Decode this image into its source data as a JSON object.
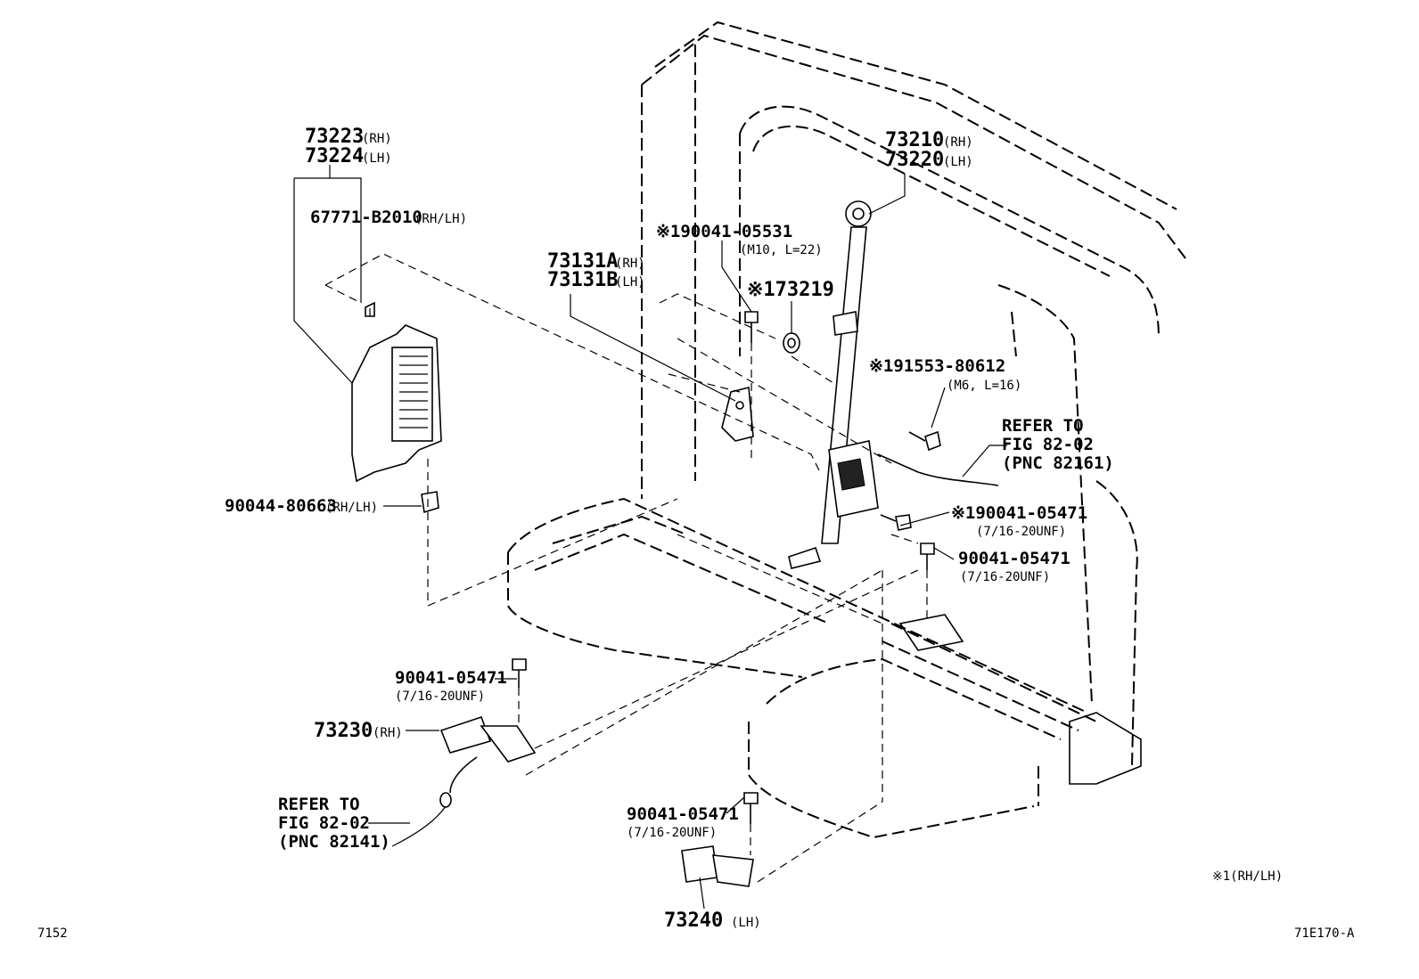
{
  "labels": {
    "p73223": "73223",
    "p73223_side": "(RH)",
    "p73224": "73224",
    "p73224_side": "(LH)",
    "p67771": "67771-B2010",
    "p67771_side": "(RH/LH)",
    "p90044": "90044-80663",
    "p90044_side": "(RH/LH)",
    "p90041_05531": "※190041-05531",
    "p90041_05531_spec": "(M10, L=22)",
    "p73131a": "73131A",
    "p73131a_side": "(RH)",
    "p73131b": "73131B",
    "p73131b_side": "(LH)",
    "p173219": "※173219",
    "p73210": "73210",
    "p73210_side": "(RH)",
    "p73220": "73220",
    "p73220_side": "(LH)",
    "p191553": "※191553-80612",
    "p191553_spec": "(M6, L=16)",
    "refer1_line1": "REFER TO",
    "refer1_line2": "FIG 82-02",
    "refer1_line3": "(PNC 82161)",
    "p190041_05471": "※190041-05471",
    "p190041_05471_spec": "(7/16-20UNF)",
    "p90041_a": "90041-05471",
    "p90041_a_spec": "(7/16-20UNF)",
    "p90041_b": "90041-05471",
    "p90041_b_spec": "(7/16-20UNF)",
    "p73230": "73230",
    "p73230_side": "(RH)",
    "refer2_line1": "REFER TO",
    "refer2_line2": "FIG 82-02",
    "refer2_line3": "(PNC 82141)",
    "p90041_c": "90041-05471",
    "p90041_c_spec": "(7/16-20UNF)",
    "p73240": "73240",
    "p73240_side": "(LH)",
    "note": "※1(RH/LH)",
    "page_number": "7152",
    "figure_code": "71E170-A"
  }
}
